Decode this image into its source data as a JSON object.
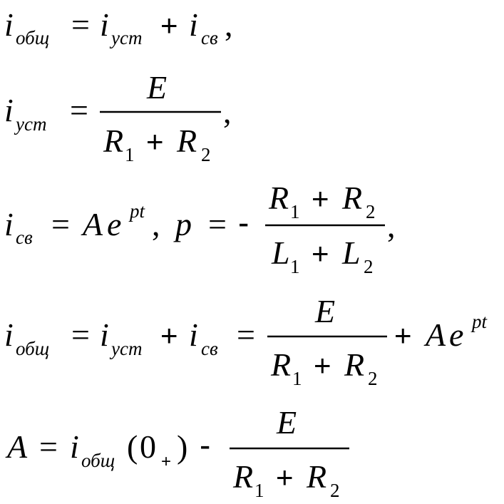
{
  "formulas": {
    "f1": {
      "i": "i",
      "sub_obsh": "общ",
      "eq": "=",
      "sub_ust": "уст",
      "plus": "+",
      "sub_sv": "св",
      "comma": ","
    },
    "f2": {
      "i": "i",
      "sub_ust": "уст",
      "eq": "=",
      "num": "E",
      "R": "R",
      "one": "1",
      "plus": "+",
      "two": "2",
      "comma": ","
    },
    "f3": {
      "i": "i",
      "sub_sv": "св",
      "eq": "=",
      "A": "A",
      "e": "e",
      "sup": "pt",
      "comma1": ",",
      "p": "p",
      "eq2": "=",
      "minus": "-",
      "R": "R",
      "L": "L",
      "one": "1",
      "two": "2",
      "plus": "+",
      "comma2": ","
    },
    "f4": {
      "i": "i",
      "sub_obsh": "общ",
      "eq": "=",
      "sub_ust": "уст",
      "plus": "+",
      "sub_sv": "св",
      "eq2": "=",
      "num": "E",
      "R": "R",
      "one": "1",
      "two": "2",
      "plus2": "+",
      "A": "A",
      "e": "e",
      "sup": "pt"
    },
    "f5": {
      "A": "A",
      "eq": "=",
      "i": "i",
      "sub_obsh": "общ",
      "lpar": "(",
      "zero": "0",
      "plus_sub": "+",
      "rpar": ")",
      "minus": "-",
      "num": "E",
      "R": "R",
      "one": "1",
      "plus": "+",
      "two": "2"
    }
  }
}
